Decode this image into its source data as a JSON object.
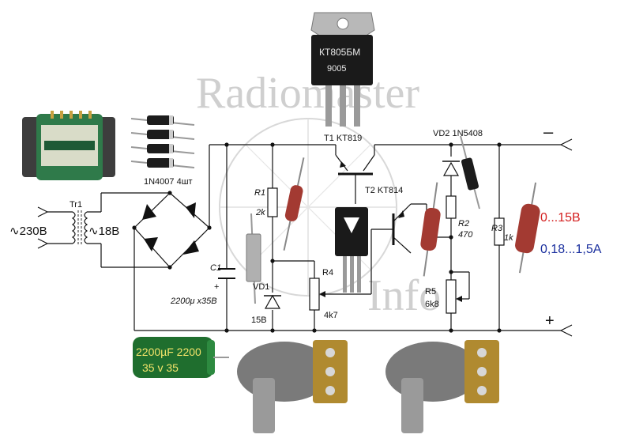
{
  "watermark": {
    "line1": "Radiomaster",
    "line2": "Info"
  },
  "transistor_photo_label": {
    "line1": "КТ805БМ",
    "line2": "9005"
  },
  "diode_pack_label": "1N4007 4шт",
  "labels": {
    "tr1": "Tr1",
    "v_in": "∿230B",
    "v_out": "∿18B",
    "t1": "T1 KT819",
    "t2": "T2 KT814",
    "vd2": "VD2 1N5408",
    "r1": "R1",
    "r1_val": "2k",
    "c1": "C1",
    "c1_plus": "+",
    "c1_val": "2200μ x35B",
    "vd1": "VD1",
    "vd1_val": "15B",
    "r4": "R4",
    "r4_val": "4k7",
    "r2": "R2",
    "r2_val": "470",
    "r3": "R3",
    "r3_val": "1k",
    "r5": "R5",
    "r5_val": "6k8",
    "minus": "–",
    "plus": "+"
  },
  "output_voltage": "0...15B",
  "output_current": "0,18...1,5A",
  "capacitor_photo": {
    "line1": "2200µF 2200",
    "line2": "35 v 35"
  },
  "colors": {
    "voltage": "#d42020",
    "current": "#1a2f9e",
    "wire": "#111111",
    "resistor_body": "#a33a32",
    "transformer_green": "#2f7a4a",
    "watermark": "#cfcfcf"
  },
  "icons": [
    "transformer-photo",
    "diode-photo",
    "transistor-photo",
    "resistor-photo",
    "capacitor-photo",
    "potentiometer-photo",
    "output-terminal-icon"
  ]
}
